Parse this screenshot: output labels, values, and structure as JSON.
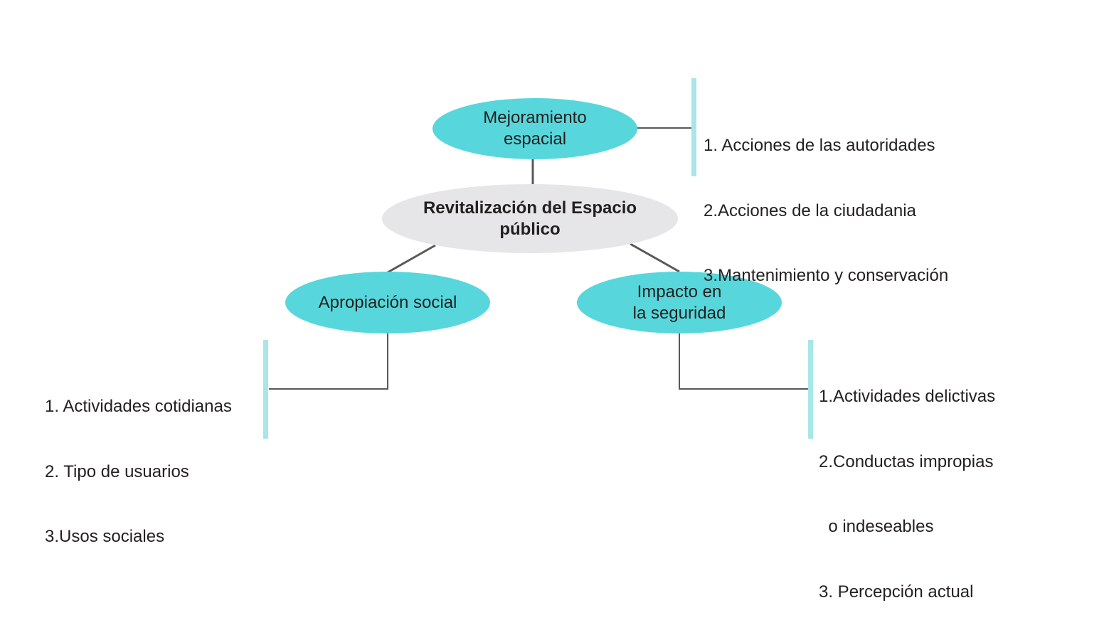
{
  "center": {
    "label": "Revitalización del Espacio\npúblico"
  },
  "branches": {
    "mejoramiento": {
      "label": "Mejoramiento\nespacial",
      "items": [
        "1. Acciones de las autoridades",
        "2.Acciones de la ciudadania",
        "3.Mantenimiento y conservación"
      ]
    },
    "apropiacion": {
      "label": "Apropiación social",
      "items": [
        "1. Actividades cotidianas",
        "2. Tipo de usuarios",
        "3.Usos sociales"
      ]
    },
    "impacto": {
      "label": "Impacto en\nla seguridad",
      "items": [
        "1.Actividades delictivas",
        "2.Conductas impropias",
        "  o indeseables",
        "3. Percepción actual"
      ]
    }
  },
  "colors": {
    "teal_node": "#57d7db",
    "center_node": "#e6e6e8",
    "bracket": "#a9e6e8",
    "connector": "#595959",
    "text": "#231f20"
  }
}
